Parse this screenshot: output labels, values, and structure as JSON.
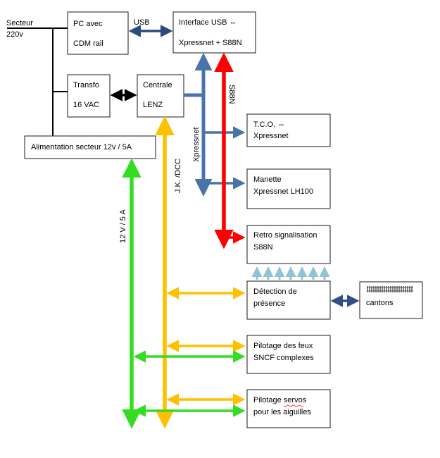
{
  "mains": {
    "line1": "Secteur",
    "line2": "220v"
  },
  "boxes": {
    "pc": {
      "line1": "PC avec",
      "line2": "CDM rail"
    },
    "usb_interface": {
      "line1": "Interface USB ⇔",
      "line2": "Xpressnet + S88N"
    },
    "transfo": {
      "line1": "Transfo",
      "line2": "16 VAC"
    },
    "centrale": {
      "line1": "Centrale",
      "line2": "LENZ"
    },
    "alimentation": {
      "line1": "Alimentation secteur 12v / 5A"
    },
    "tco": {
      "line1": "T.C.O. ⇔",
      "line2": "Xpressnet"
    },
    "manette": {
      "line1": "Manette",
      "line2": "Xpressnet  LH100"
    },
    "retro": {
      "line1": "Retro signalisation",
      "line2": "S88N"
    },
    "detection": {
      "line1": "Détection de",
      "line2": "présence"
    },
    "cantons": {
      "line1": "cantons"
    },
    "feux": {
      "line1": "Pilotage des feux",
      "line2": "SNCF complexes"
    },
    "servos": {
      "line1": "Pilotage servos",
      "line2": "pour les aiguilles"
    }
  },
  "bus_labels": {
    "usb": "USB",
    "xpressnet": "Xpressnet",
    "s88n": "S88N",
    "jk_dcc": "J.K. /DCC",
    "power_12v": "12 V / 5 A"
  },
  "colors": {
    "mains": "#000000",
    "usb": "#2c4a7c",
    "xpressnet": "#4a74a8",
    "s88n": "#ff0000",
    "dcc": "#ffc000",
    "power_12v": "#33dd22",
    "detection": "#8ec4d6",
    "cantons": "#2f4f86",
    "rail": "#6a6a6a"
  }
}
